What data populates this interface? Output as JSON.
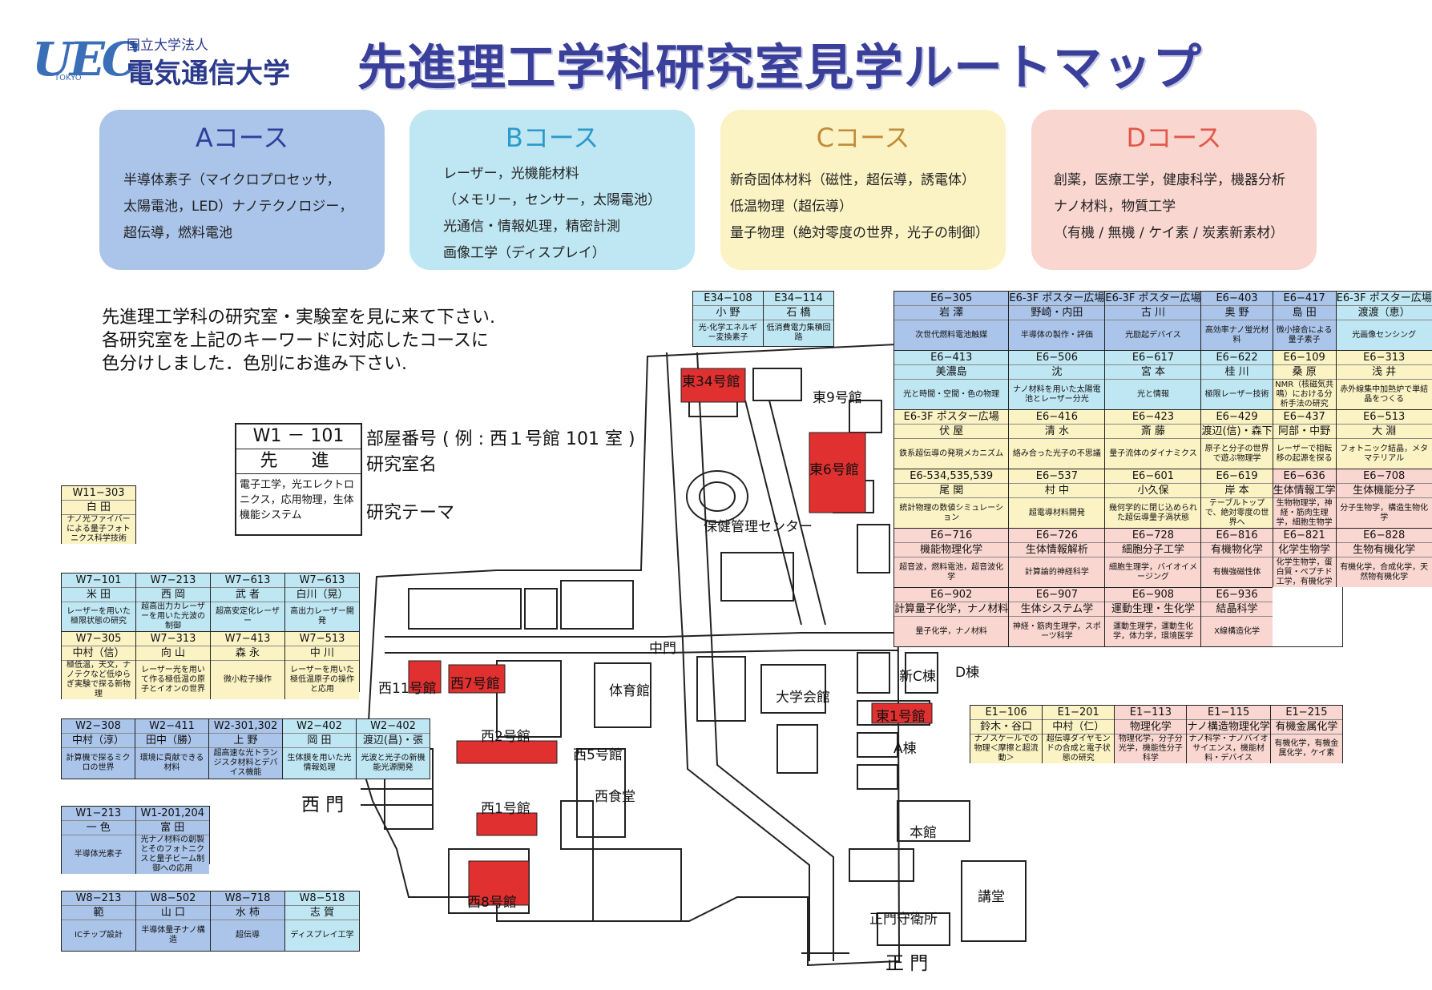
{
  "header": {
    "logo_mark": "UEC",
    "logo_sub": "TOKYO",
    "logo_org": "国立大学法人",
    "logo_univ": "電気通信大学",
    "title": "先進理工学科研究室見学ルートマップ"
  },
  "courses": [
    {
      "title": "Aコース",
      "lines": [
        "半導体素子（マイクロプロセッサ，",
        "太陽電池，LED）ナノテクノロジー，",
        "超伝導，燃料電池"
      ],
      "color": "#aac4ea"
    },
    {
      "title": "Bコース",
      "lines": [
        "レーザー，光機能材料",
        "（メモリー，センサー，太陽電池）",
        "光通信・情報処理，精密計測",
        "画像工学（ディスプレイ）"
      ],
      "color": "#bfe6f3"
    },
    {
      "title": "Cコース",
      "lines": [
        "新奇固体材料（磁性，超伝導，誘電体）",
        "低温物理（超伝導）",
        "量子物理（絶対零度の世界，光子の制御）"
      ],
      "color": "#fbf3c4"
    },
    {
      "title": "Dコース",
      "lines": [
        "創薬，医療工学，健康科学，機器分析",
        "ナノ材料，物質工学",
        "（有機 / 無機 / ケイ素 / 炭素新素材）"
      ],
      "color": "#f9d6d0"
    }
  ],
  "intro": {
    "line1": "先進理工学科の研究室・実験室を見に来て下さい.",
    "line2": "各研究室を上記のキーワードに対応したコースに",
    "line3": "色分けしました．色別にお進み下さい."
  },
  "legend": {
    "room": "W1 － 101",
    "name": "先　進",
    "theme": "電子工学，光エレクトロニクス，応用物理，生体機能システム",
    "desc_room": "部屋番号 ( 例 : 西１号館 101 室 )",
    "desc_name": "研究室名",
    "desc_theme": "研究テーマ"
  },
  "colors": {
    "A": "#aac4ea",
    "B": "#bfe6f3",
    "C": "#fbf3c4",
    "D": "#f9d6d0",
    "highlight": "#e03030"
  },
  "lab_tables": [
    {
      "id": "w11",
      "rows": [
        [
          {
            "c": "C",
            "room": "W11−303",
            "name": "白 田",
            "theme": "ナノ光ファイバーによる量子フォトニクス科学技術"
          }
        ]
      ]
    },
    {
      "id": "w7",
      "rows": [
        [
          {
            "c": "B",
            "room": "W7−101",
            "name": "米 田",
            "theme": "レーザーを用いた極限状態の研究"
          },
          {
            "c": "B",
            "room": "W7−213",
            "name": "西 岡",
            "theme": "超高出力カレーザーを用いた光波の制御"
          },
          {
            "c": "B",
            "room": "W7−613",
            "name": "武 者",
            "theme": "超高安定化レーザー"
          },
          {
            "c": "B",
            "room": "W7−613",
            "name": "白川（晃）",
            "theme": "高出力レーザー開発"
          }
        ],
        [
          {
            "c": "C",
            "room": "W7−305",
            "name": "中村（信）",
            "theme": "極低温，天文，ナノテクなど低ゆらぎ実験で探る新物理"
          },
          {
            "c": "C",
            "room": "W7−313",
            "name": "向 山",
            "theme": "レーザー光を用いて作る極低温の原子とイオンの世界"
          },
          {
            "c": "C",
            "room": "W7−413",
            "name": "森 永",
            "theme": "微小粒子操作"
          },
          {
            "c": "C",
            "room": "W7−513",
            "name": "中 川",
            "theme": "レーザーを用いた極低温原子の操作と応用"
          }
        ]
      ]
    },
    {
      "id": "w2",
      "rows": [
        [
          {
            "c": "A",
            "room": "W2−308",
            "name": "中村（淳）",
            "theme": "計算機で探るミクロの世界"
          },
          {
            "c": "A",
            "room": "W2−411",
            "name": "田中（勝）",
            "theme": "環境に貢献できる材料"
          },
          {
            "c": "A",
            "room": "W2-301,302",
            "name": "上 野",
            "theme": "超高速な光トランジスタ材料とデバイス機能"
          },
          {
            "c": "B",
            "room": "W2−402",
            "name": "岡 田",
            "theme": "生体膜を用いた光情報処理"
          },
          {
            "c": "B",
            "room": "W2−402",
            "name": "渡辺(昌)・張",
            "theme": "光波と光子の新機能光源開発"
          }
        ]
      ]
    },
    {
      "id": "w1",
      "rows": [
        [
          {
            "c": "A",
            "room": "W1−213",
            "name": "一 色",
            "theme": "半導体光素子"
          },
          {
            "c": "A",
            "room": "W1-201,204",
            "name": "富 田",
            "theme": "光ナノ材料の創製とそのフォトニクスと量子ビーム制御への応用"
          }
        ]
      ]
    },
    {
      "id": "w8",
      "rows": [
        [
          {
            "c": "A",
            "room": "W8−213",
            "name": "範",
            "theme": "ICチップ設計"
          },
          {
            "c": "A",
            "room": "W8−502",
            "name": "山 口",
            "theme": "半導体量子ナノ構造"
          },
          {
            "c": "A",
            "room": "W8−718",
            "name": "水 柿",
            "theme": "超伝導"
          },
          {
            "c": "B",
            "room": "W8−518",
            "name": "志 賀",
            "theme": "ディスプレイ工学"
          }
        ]
      ]
    },
    {
      "id": "e34",
      "rows": [
        [
          {
            "c": "B",
            "room": "E34−108",
            "name": "小 野",
            "theme": "光-化学エネルギー変換素子"
          },
          {
            "c": "B",
            "room": "E34−114",
            "name": "石 橋",
            "theme": "低消費電力集積回路"
          }
        ]
      ]
    },
    {
      "id": "e6",
      "rows": [
        [
          {
            "c": "A",
            "room": "E6−305",
            "name": "岩 澤",
            "theme": "次世代燃料電池触媒"
          },
          {
            "c": "A",
            "room": "E6-3F ポスター広場",
            "name": "野崎・内田",
            "theme": "半導体の製作・評価"
          },
          {
            "c": "A",
            "room": "E6-3F ポスター広場",
            "name": "古 川",
            "theme": "光励起デバイス"
          },
          {
            "c": "A",
            "room": "E6−403",
            "name": "奥 野",
            "theme": "高効率ナノ蛍光材料"
          },
          {
            "c": "A",
            "room": "E6−417",
            "name": "島 田",
            "theme": "微小接合による量子素子"
          }
        ],
        [
          {
            "c": "B",
            "room": "E6-3F ポスター広場",
            "name": "渡渡（恵）",
            "theme": "光画像センシング"
          },
          {
            "c": "B",
            "room": "E6−413",
            "name": "美濃島",
            "theme": "光と時間・空間・色の物理"
          },
          {
            "c": "B",
            "room": "E6−506",
            "name": "沈",
            "theme": "ナノ材料を用いた太陽電池とレーザー分光"
          },
          {
            "c": "B",
            "room": "E6−617",
            "name": "宮 本",
            "theme": "光と情報"
          },
          {
            "c": "B",
            "room": "E6−622",
            "name": "桂 川",
            "theme": "極限レーザー技術"
          }
        ],
        [
          {
            "c": "C",
            "room": "E6−109",
            "name": "桑 原",
            "theme": "NMR（核磁気共鳴）における分析手法の研究"
          },
          {
            "c": "C",
            "room": "E6−313",
            "name": "浅 井",
            "theme": "赤外線集中加熱炉で単結晶をつくる"
          },
          {
            "c": "C",
            "room": "E6-3F ポスター広場",
            "name": "伏 屋",
            "theme": "鉄系超伝導の発現メカニズム"
          },
          {
            "c": "C",
            "room": "E6−416",
            "name": "清 水",
            "theme": "絡み合った光子の不思議"
          },
          {
            "c": "C",
            "room": "E6−423",
            "name": "斎 藤",
            "theme": "量子流体のダイナミクス"
          },
          {
            "c": "C",
            "room": "E6−429",
            "name": "渡辺(信)・森下",
            "theme": "原子と分子の世界で遊ぶ物理学"
          }
        ],
        [
          {
            "c": "C",
            "room": "E6−437",
            "name": "阿部・中野",
            "theme": "レーザーで相転移の起源を探る"
          },
          {
            "c": "C",
            "room": "E6−513",
            "name": "大 淵",
            "theme": "フォトニック結晶，メタマテリアル"
          },
          {
            "c": "C",
            "room": "E6-534,535,539",
            "name": "尾 関",
            "theme": "統計物理の数値シミュレーション"
          },
          {
            "c": "C",
            "room": "E6−537",
            "name": "村 中",
            "theme": "超電導材料開発"
          },
          {
            "c": "C",
            "room": "E6−601",
            "name": "小久保",
            "theme": "幾何学的に閉じ込められた超伝導量子渦状態"
          },
          {
            "c": "C",
            "room": "E6−619",
            "name": "岸 本",
            "theme": "テーブルトップで、絶対零度の世界へ"
          }
        ],
        [
          {
            "c": "D",
            "room": "E6−636",
            "name": "生体情報工学",
            "theme": "生物物理学，神経・筋肉生理学，細胞生物学"
          },
          {
            "c": "D",
            "room": "E6−708",
            "name": "生体機能分子",
            "theme": "分子生物学，構造生物化学"
          },
          {
            "c": "D",
            "room": "E6−716",
            "name": "機能物理化学",
            "theme": "超音波，燃料電池，超音波化学"
          },
          {
            "c": "D",
            "room": "E6−726",
            "name": "生体情報解析",
            "theme": "計算論的神経科学"
          },
          {
            "c": "D",
            "room": "E6−728",
            "name": "細胞分子工学",
            "theme": "細胞生理学，バイオイメージング"
          },
          {
            "c": "D",
            "room": "E6−816",
            "name": "有機物化学",
            "theme": "有機強磁性体"
          }
        ],
        [
          {
            "c": "D",
            "room": "E6−821",
            "name": "化学生物学",
            "theme": "化学生物学，蛋白質・ペプチド工学，有機化学"
          },
          {
            "c": "D",
            "room": "E6−828",
            "name": "生物有機化学",
            "theme": "有機化学，合成化学，天然物有機化学"
          },
          {
            "c": "D",
            "room": "E6−902",
            "name": "計算量子化学，ナノ材料",
            "theme": "量子化学，ナノ材料"
          },
          {
            "c": "D",
            "room": "E6−907",
            "name": "生体システム学",
            "theme": "神経・筋肉生理学，スポーツ科学"
          },
          {
            "c": "D",
            "room": "E6−908",
            "name": "運動生理・生化学",
            "theme": "運動生理学，運動生化学，体力学，環境医学"
          },
          {
            "c": "D",
            "room": "E6−936",
            "name": "結晶科学",
            "theme": "X線構造化学"
          }
        ]
      ]
    },
    {
      "id": "e1",
      "rows": [
        [
          {
            "c": "C",
            "room": "E1−106",
            "name": "鈴木・谷口",
            "theme": "ナノスケールでの物理＜摩擦と超流動＞"
          },
          {
            "c": "C",
            "room": "E1−201",
            "name": "中村（仁）",
            "theme": "超伝導ダイヤモンドの合成と電子状態の研究"
          },
          {
            "c": "D",
            "room": "E1−113",
            "name": "物理化学",
            "theme": "物理化学，分子分光学，機能性分子科学"
          },
          {
            "c": "D",
            "room": "E1−115",
            "name": "ナノ構造物理化学",
            "theme": "ナノ科学・ナノバイオサイエンス，機能材料・デバイス"
          },
          {
            "c": "D",
            "room": "E1−215",
            "name": "有機金属化学",
            "theme": "有機化学，有機金属化学，ケイ素"
          }
        ]
      ]
    }
  ],
  "map": {
    "east34": "東34号館",
    "east9": "東9号館",
    "east6": "東6号館",
    "health": "保健管理センター",
    "chumon": "中門",
    "west11": "西11号館",
    "west7": "西7号館",
    "gym": "体育館",
    "shin_c": "新C棟",
    "d_bldg": "D棟",
    "union": "大学会館",
    "east1": "東1号館",
    "west2": "西2号館",
    "west5": "西5号館",
    "a_bldg": "A棟",
    "west_cafe": "西食堂",
    "west_gate": "西 門",
    "west1": "西1号館",
    "main_bldg": "本館",
    "west8": "西8号館",
    "auditorium": "講堂",
    "guard": "正門守衛所",
    "main_gate": "正 門"
  }
}
